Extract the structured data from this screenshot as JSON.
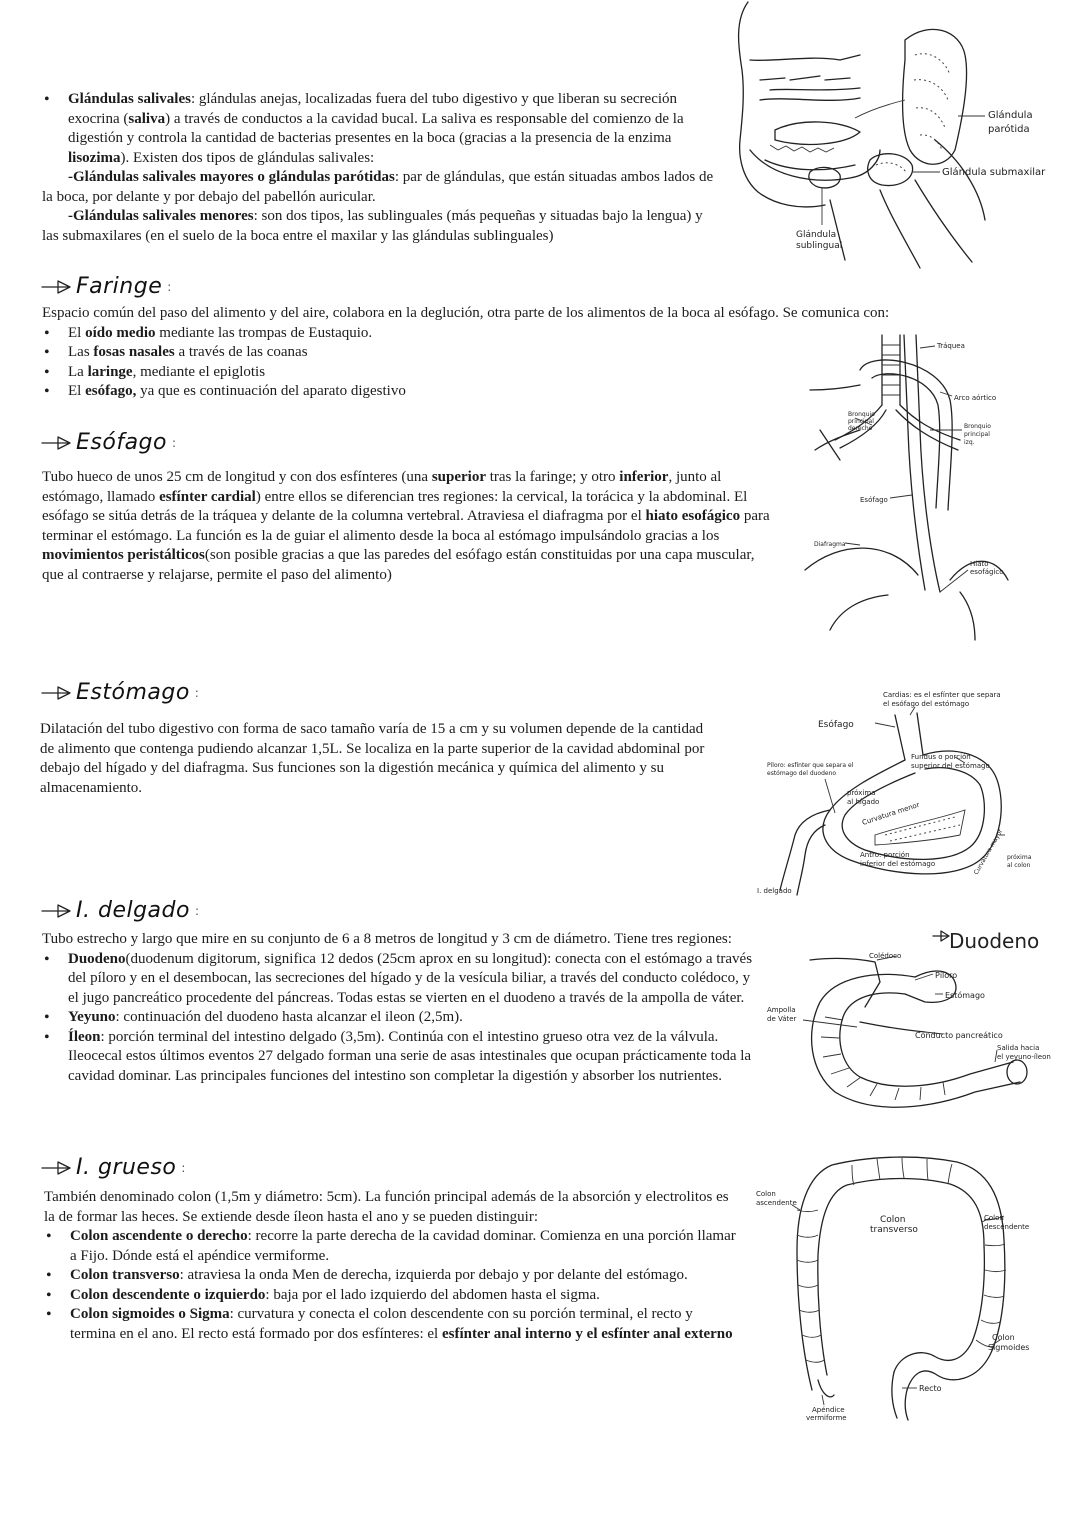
{
  "salivales": {
    "t1": "Glándulas salivales",
    "t2": ": glándulas anejas, localizadas fuera del tubo digestivo y que liberan su secreción exocrina (",
    "t3": "saliva",
    "t4": ") a través de conductos a la cavidad bucal. La saliva es responsable del comienzo de la digestión y controla la cantidad de bacterias presentes en la boca (gracias a la presencia de la enzima ",
    "t5": "lisozima",
    "t6": "). Existen dos tipos de glándulas salivales:",
    "may_b": "-Glándulas salivales mayores o glándulas parótidas",
    "may_t": ": par de glándulas, que están situadas ambos lados de la boca, por delante y por debajo del pabellón auricular.",
    "men_b": "-Glándulas salivales menores",
    "men_t": ": son dos tipos, las sublinguales (más pequeñas y situadas bajo la lengua) y las submaxilares (en el suelo de la boca entre el maxilar y las glándulas sublinguales)",
    "fig": {
      "l1": "Glándula",
      "l2": "parótida",
      "l3": "Glándula submaxilar",
      "l4": "Glándula",
      "l5": "sublingual"
    }
  },
  "faringe": {
    "title": "Faringe",
    "colon": ":",
    "intro": "Espacio común del paso del alimento y del aire, colabora en la deglución, otra parte de los alimentos de la boca al esófago. Se comunica con:",
    "i1a": "El ",
    "i1b": "oído medio",
    "i1c": " mediante las trompas de Eustaquio.",
    "i2a": "Las ",
    "i2b": "fosas nasales",
    "i2c": " a través de las coanas",
    "i3a": "La ",
    "i3b": "laringe",
    "i3c": ", mediante el epiglotis",
    "i4a": "El ",
    "i4b": "esófago,",
    "i4c": " ya que es continuación del aparato digestivo"
  },
  "esofago": {
    "title": "Esófago",
    "colon": ":",
    "p1": "Tubo hueco de unos 25 cm de longitud y con dos esfínteres (una ",
    "p2": "superior",
    "p3": " tras la faringe; y otro ",
    "p4": "inferior",
    "p5": ", junto al estómago, llamado ",
    "p6": "esfínter cardial",
    "p7": ") entre ellos se diferencian tres regiones: la cervical, la torácica y la abdominal. El esófago se sitúa detrás de la tráquea y delante de la columna vertebral. Atraviesa el diafragma por el ",
    "p8": "hiato esofágico",
    "p9": " para terminar el estómago. La función es la de guiar el alimento desde la boca al estómago impulsándolo gracias a los ",
    "p10": "movimientos peristálticos",
    "p11": "(son posible gracias a que las paredes del esófago están constituidas por una capa muscular, que al contraerse y relajarse, permite el paso del alimento)",
    "fig": {
      "l1": "Tráquea",
      "l2": "Arco aórtico",
      "l3": "Bronquio",
      "l4": "principal",
      "l5": "derecho",
      "l6": "Bronquio",
      "l7": "principal",
      "l8": "izq.",
      "l9": "Esófago",
      "l10": "Diafragma",
      "l11": "Hiato",
      "l12": "esofágico"
    }
  },
  "estomago": {
    "title": "Estómago",
    "colon": ":",
    "text": "Dilatación del tubo digestivo con forma de saco tamaño varía de 15 a cm y su volumen depende de la cantidad de alimento que contenga pudiendo alcanzar 1,5L. Se localiza en la parte superior de la cavidad abdominal por debajo del hígado y del diafragma. Sus funciones son la digestión mecánica y química del alimento y su almacenamiento.",
    "fig": {
      "l1": "Cardias: es el esfínter que separa",
      "l2": "el esófago del estómago",
      "l3": "Esófago",
      "l4": "Fundus o porción",
      "l5": "superior del estómago",
      "l6": "Píloro: esfínter que separa el",
      "l7": "estómago del duodeno",
      "l8": "próxima",
      "l9": "al hígado",
      "l10": "Curvatura menor",
      "l11": "Antro: porción",
      "l12": "inferior del estómago",
      "l13": "Curvatura mayor",
      "l14": "próxima",
      "l15": "al colon",
      "l16": "I. delgado"
    }
  },
  "delgado": {
    "title": "I. delgado",
    "colon": ":",
    "intro": "Tubo estrecho y largo que mire en su conjunto de 6 a 8 metros de longitud y 3 cm de diámetro. Tiene tres regiones:",
    "d_b": "Duodeno",
    "d_t": "(duodenum digitorum, significa 12 dedos (25cm aprox en su longitud): conecta con el estómago a través del píloro y en el desembocan, las secreciones del hígado y de la vesícula biliar, a través del conducto colédoco, y el jugo pancreático procedente del páncreas. Todas estas se vierten en el duodeno a través de la ampolla de váter.",
    "y_b": "Yeyuno",
    "y_t": ": continuación del duodeno hasta alcanzar el ileon (2,5m).",
    "i_b": "Íleon",
    "i_t": ": porción terminal del intestino delgado (3,5m). Continúa con el intestino grueso otra vez de la válvula. Ileocecal estos últimos eventos 27 delgado forman una serie de asas intestinales que ocupan prácticamente toda la cavidad dominar. Las principales funciones del intestino son completar la digestión y absorber los nutrientes.",
    "fig": {
      "title": "Duodeno",
      "l1": "Colédoco",
      "l2": "Píloro",
      "l3": "Estómago",
      "l4": "Ampolla",
      "l5": "de Váter",
      "l6": "Conducto pancreático",
      "l7": "Salida hacia",
      "l8": "el yeyuno-íleon"
    }
  },
  "grueso": {
    "title": "I. grueso",
    "colon": ":",
    "intro": "También denominado colon (1,5m y diámetro: 5cm). La función principal además de la absorción y electrolitos es la de formar las heces. Se extiende desde íleon hasta el ano y se pueden distinguir:",
    "a_b": "Colon ascendente o derecho",
    "a_t": ": recorre la parte derecha de la cavidad dominar. Comienza en una porción llamar a Fijo. Dónde está el apéndice vermiforme.",
    "t_b": "Colon transverso",
    "t_t": ": atraviesa la onda Men de derecha, izquierda por debajo y por delante del estómago.",
    "d_b": "Colon descendente o izquierdo",
    "d_t": ": baja por el lado izquierdo del abdomen hasta el sigma.",
    "s_b": "Colon sigmoides o Sigma",
    "s_t": ": curvatura y conecta el colon descendente con su porción terminal, el recto y termina en el ano. El recto está formado por dos esfínteres: el ",
    "s_b2": "esfínter anal interno y el esfínter anal externo",
    "fig": {
      "l1": "Colon",
      "l2": "ascendente",
      "l3": "Colon",
      "l4": "transverso",
      "l5": "Colon",
      "l6": "descendente",
      "l7": "Colon",
      "l8": "Sigmoides",
      "l9": "Apéndice",
      "l10": "vermiforme",
      "l11": "Recto"
    }
  }
}
